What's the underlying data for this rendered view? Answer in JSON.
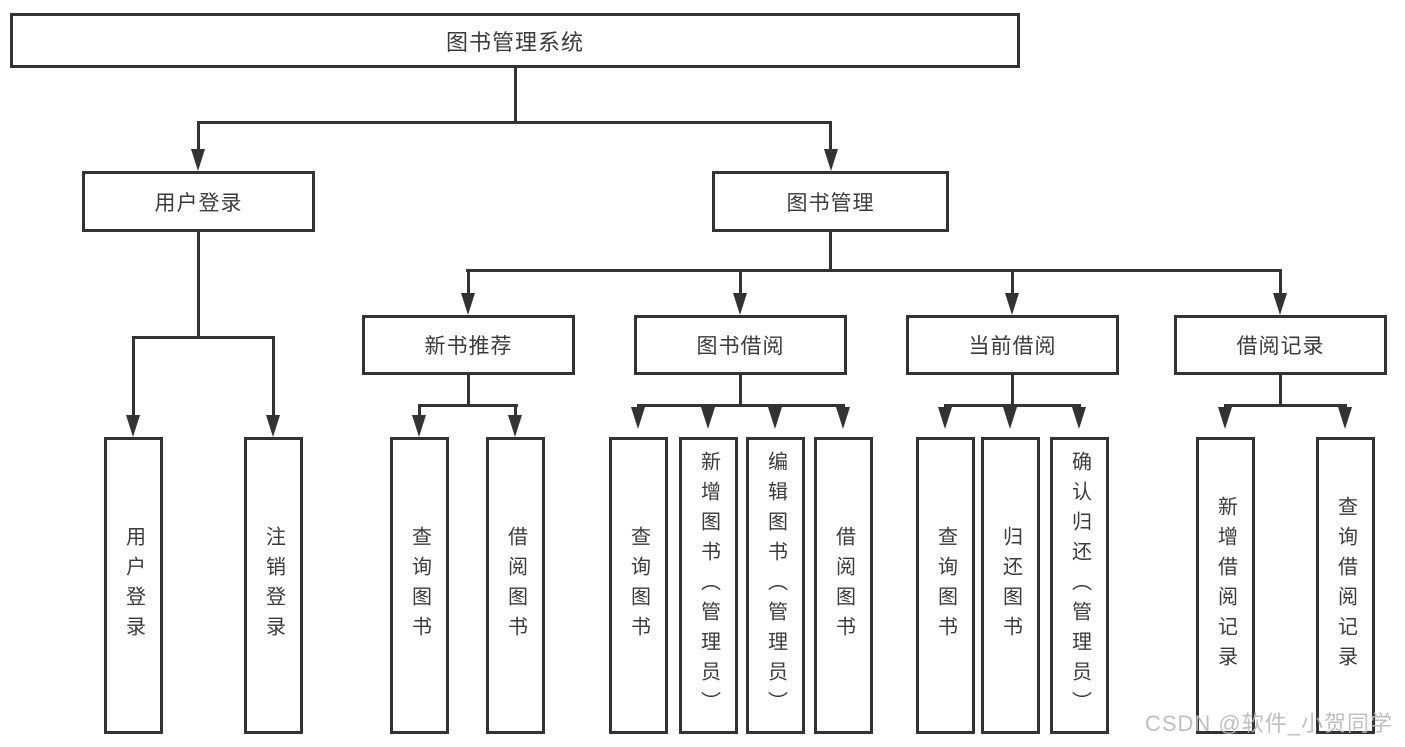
{
  "tree": {
    "label": "图书管理系统",
    "children": [
      {
        "label": "用户登录",
        "children": [
          {
            "label": "用户登录"
          },
          {
            "label": "注销登录"
          }
        ]
      },
      {
        "label": "图书管理",
        "children": [
          {
            "label": "新书推荐",
            "children": [
              {
                "label": "查询图书"
              },
              {
                "label": "借阅图书"
              }
            ]
          },
          {
            "label": "图书借阅",
            "children": [
              {
                "label": "查询图书"
              },
              {
                "label": "新增图书（管理员）"
              },
              {
                "label": "编辑图书（管理员）"
              },
              {
                "label": "借阅图书"
              }
            ]
          },
          {
            "label": "当前借阅",
            "children": [
              {
                "label": "查询图书"
              },
              {
                "label": "归还图书"
              },
              {
                "label": "确认归还（管理员）"
              }
            ]
          },
          {
            "label": "借阅记录",
            "children": [
              {
                "label": "新增借阅记录"
              },
              {
                "label": "查询借阅记录"
              }
            ]
          }
        ]
      }
    ]
  },
  "watermark": {
    "text": "CSDN @软件_小贺同学"
  },
  "colors": {
    "line": "#333333",
    "text": "#3b3b3b",
    "watermark": "#b9b9b9",
    "background": "#ffffff"
  }
}
